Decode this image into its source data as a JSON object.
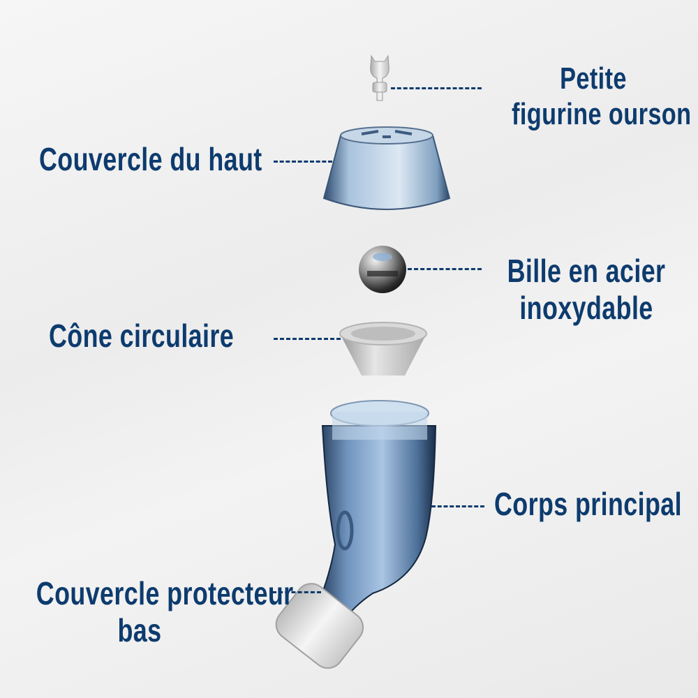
{
  "diagram": {
    "type": "exploded-product-view",
    "accent_color": "#0d3b6e",
    "parts": [
      {
        "id": "bear",
        "label_lines": [
          "Petite",
          "figurine ourson"
        ]
      },
      {
        "id": "top_cover",
        "label_lines": [
          "Couvercle du haut"
        ]
      },
      {
        "id": "steel_ball",
        "label_lines": [
          "Bille en acier",
          "inoxydable"
        ]
      },
      {
        "id": "cone",
        "label_lines": [
          "Cône circulaire"
        ]
      },
      {
        "id": "main_body",
        "label_lines": [
          "Corps principal"
        ]
      },
      {
        "id": "bottom_cover",
        "label_lines": [
          "Couvercle protecteur",
          "bas"
        ]
      }
    ]
  }
}
